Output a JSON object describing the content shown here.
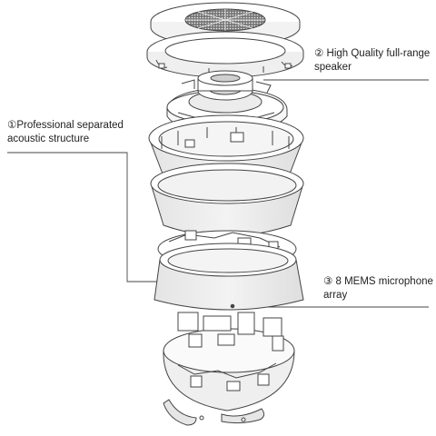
{
  "callouts": {
    "acoustic": {
      "number": "①",
      "text": "Professional separated\nacoustic structure"
    },
    "speaker": {
      "number": "②",
      "text": "High Quality full-range\nspeaker"
    },
    "mics": {
      "number": "③",
      "text": "8 MEMS microphone\narray"
    }
  },
  "colors": {
    "line": "#444444",
    "fill": "#ffffff",
    "shade": "#d9d9d9",
    "dark": "#555555",
    "text": "#222222"
  }
}
